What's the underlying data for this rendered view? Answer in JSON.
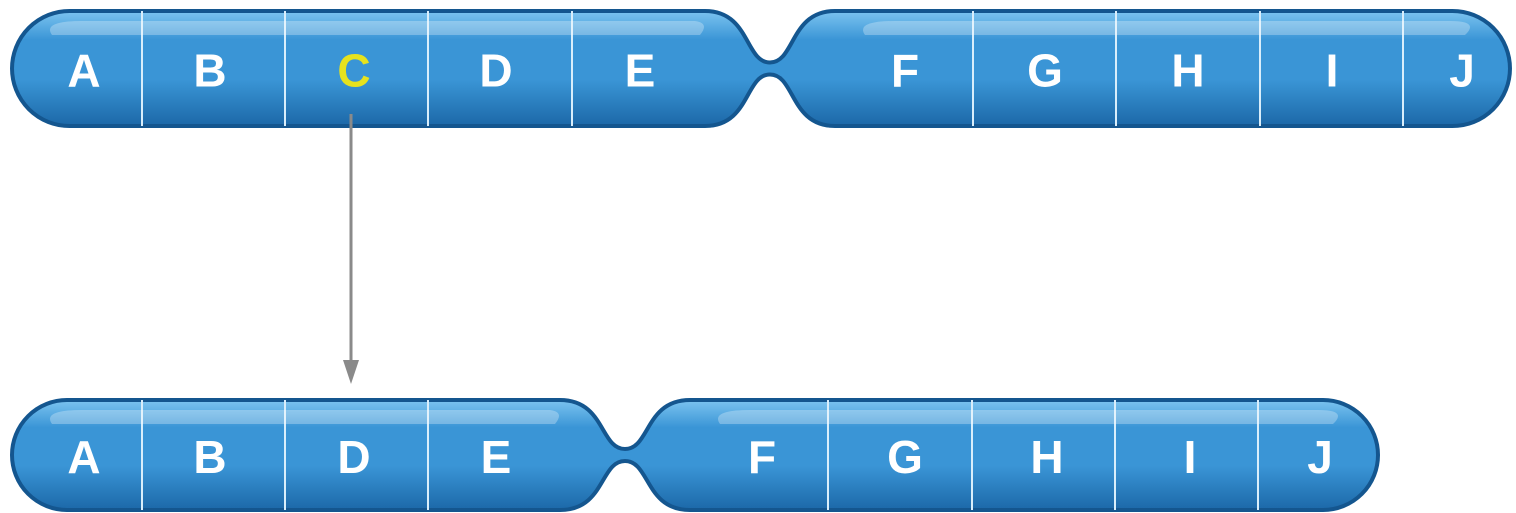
{
  "colors": {
    "chromosome_fill": "#3a95d6",
    "chromosome_light": "#7cc4f0",
    "chromosome_dark": "#1c68a8",
    "outline": "#14568f",
    "band_line": "#d9eefb",
    "label_default": "#ffffff",
    "label_highlight": "#e6e21e",
    "arrow": "#8a8a8a",
    "background": "#ffffff"
  },
  "original_chromosome": {
    "genes": [
      "A",
      "B",
      "C",
      "D",
      "E",
      "F",
      "G",
      "H",
      "I",
      "J"
    ],
    "highlighted_gene": "C"
  },
  "deleted_chromosome": {
    "genes": [
      "A",
      "B",
      "D",
      "E",
      "F",
      "G",
      "H",
      "I",
      "J"
    ]
  },
  "arrow": {
    "from_gene": "C",
    "direction": "down"
  }
}
